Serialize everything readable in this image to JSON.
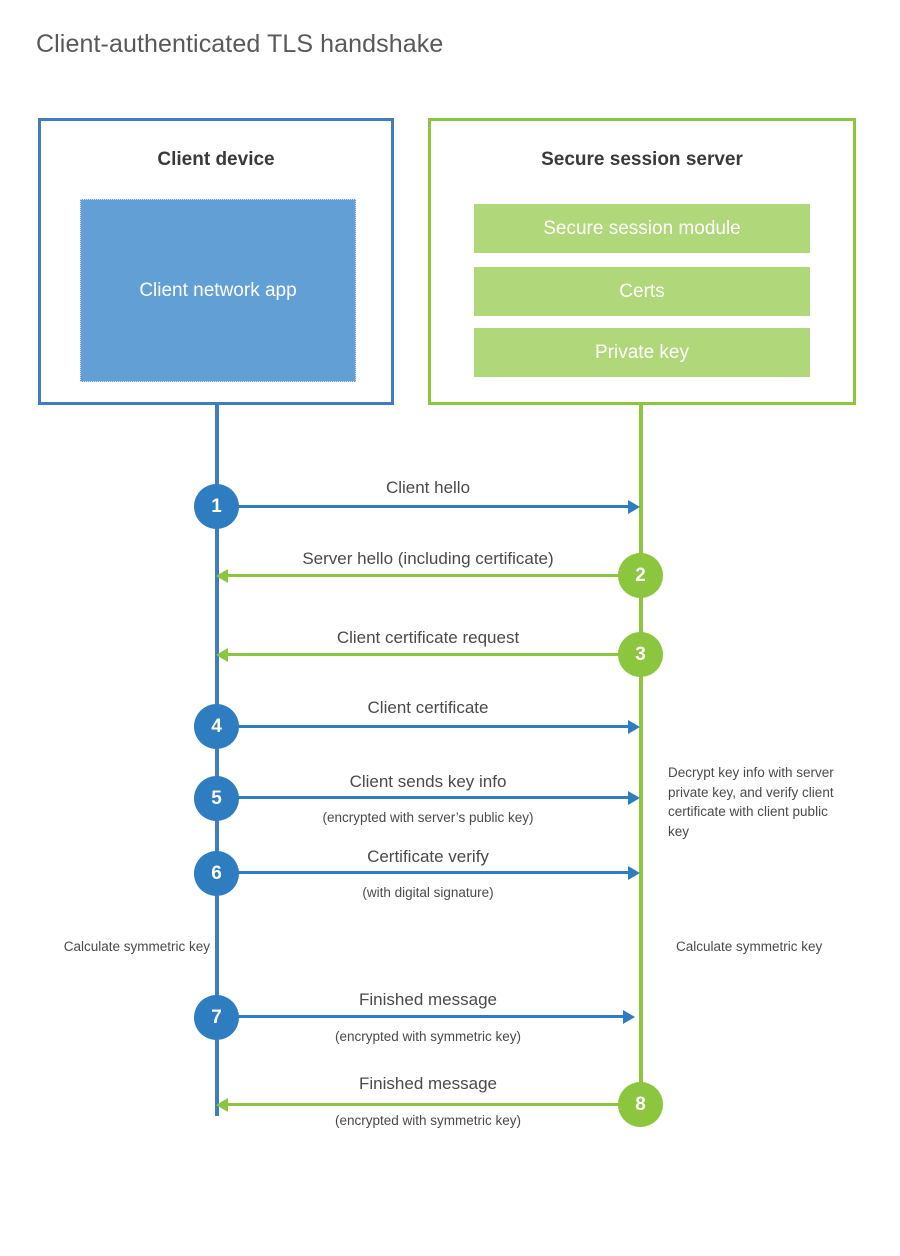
{
  "title": "Client-authenticated TLS handshake",
  "colors": {
    "client_blue": "#3e7ebf",
    "client_circle_blue": "#2e7dc0",
    "client_app_fill": "#619fd4",
    "server_green": "#8cc63e",
    "server_block_fill": "#b0d77a",
    "text": "#4a4a4a",
    "title_text": "#58595b",
    "background": "#ffffff"
  },
  "parties": {
    "client": {
      "title": "Client device",
      "blocks": [
        {
          "label": "Client network app"
        }
      ]
    },
    "server": {
      "title": "Secure session server",
      "blocks": [
        {
          "label": "Secure session module"
        },
        {
          "label": "Certs"
        },
        {
          "label": "Private key"
        }
      ]
    }
  },
  "steps": [
    {
      "number": "1",
      "origin": "client",
      "direction": "right",
      "label": "Client hello",
      "sub": ""
    },
    {
      "number": "2",
      "origin": "server",
      "direction": "left",
      "label": "Server hello (including certificate)",
      "sub": ""
    },
    {
      "number": "3",
      "origin": "server",
      "direction": "left",
      "label": "Client certificate request",
      "sub": ""
    },
    {
      "number": "4",
      "origin": "client",
      "direction": "right",
      "label": "Client certificate",
      "sub": ""
    },
    {
      "number": "5",
      "origin": "client",
      "direction": "right",
      "label": "Client sends key info",
      "sub": "(encrypted with server’s public key)"
    },
    {
      "number": "6",
      "origin": "client",
      "direction": "right",
      "label": "Certificate verify",
      "sub": "(with digital signature)"
    },
    {
      "number": "7",
      "origin": "client",
      "direction": "right",
      "label": "Finished message",
      "sub": "(encrypted with symmetric key)"
    },
    {
      "number": "8",
      "origin": "server",
      "direction": "left",
      "label": "Finished message",
      "sub": "(encrypted with symmetric key)"
    }
  ],
  "notes": {
    "server_decrypt": "Decrypt key info with server private key, and verify client certificate with client public key",
    "client_calculate": "Calculate symmetric key",
    "server_calculate": "Calculate symmetric key"
  }
}
